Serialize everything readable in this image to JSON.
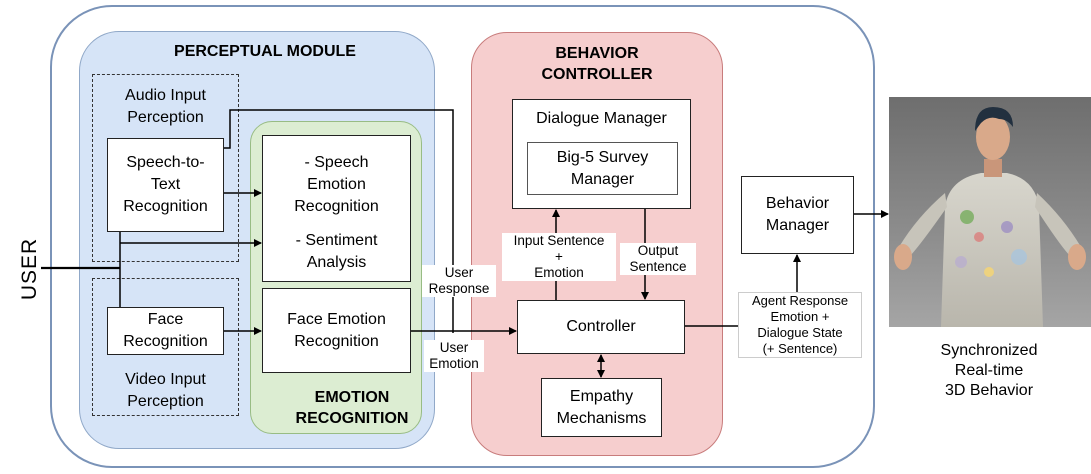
{
  "user_label": "USER",
  "perceptual_module": {
    "title": "PERCEPTUAL MODULE",
    "audio_group_label": "Audio Input\nPerception",
    "video_group_label": "Video Input\nPerception",
    "speech_to_text": "Speech-to-\nText\nRecognition",
    "face_recognition": "Face\nRecognition"
  },
  "emotion_recognition": {
    "title": "EMOTION\nRECOGNITION",
    "speech_emotion": "- Speech\nEmotion\nRecognition",
    "sentiment": "- Sentiment\nAnalysis",
    "face_emotion": "Face Emotion\nRecognition"
  },
  "behavior_controller": {
    "title": "BEHAVIOR\nCONTROLLER",
    "dialogue_manager": "Dialogue Manager",
    "big5": "Big-5 Survey\nManager",
    "controller": "Controller",
    "empathy": "Empathy\nMechanisms"
  },
  "edge_labels": {
    "user_response": "User\nResponse",
    "user_emotion": "User\nEmotion",
    "input_sentence": "Input Sentence\n+\nEmotion",
    "output_sentence": "Output\nSentence",
    "agent_response": "Agent Response\nEmotion +\nDialogue State\n(+ Sentence)"
  },
  "behavior_manager": "Behavior\nManager",
  "output_caption": "Synchronized\nReal-time\n3D Behavior",
  "colors": {
    "perceptual_bg": "#d6e4f7",
    "emotion_bg": "#dcedd2",
    "behavior_bg": "#f6cece",
    "outer_border": "#7a93b8"
  }
}
